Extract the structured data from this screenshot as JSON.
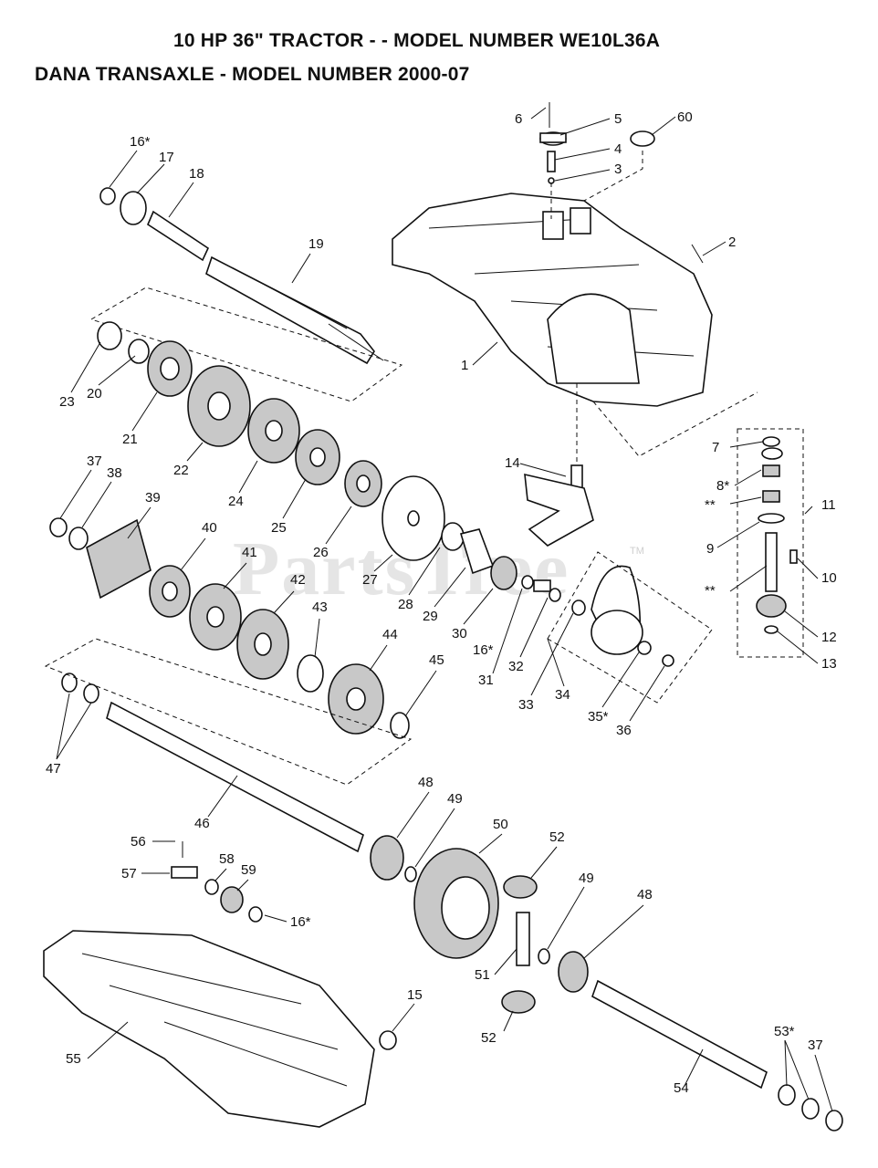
{
  "header": {
    "title_line1": "10 HP 36\" TRACTOR - - MODEL NUMBER WE10L36A",
    "title_line2": "DANA TRANSAXLE - MODEL NUMBER 2000-07"
  },
  "watermark": {
    "text": "PartsTree",
    "mark": "TM"
  },
  "callouts": [
    "6",
    "5",
    "60",
    "4",
    "3",
    "2",
    "1",
    "16*",
    "17",
    "18",
    "19",
    "23",
    "20",
    "21",
    "22",
    "24",
    "25",
    "26",
    "27",
    "28",
    "29",
    "30",
    "16*",
    "31",
    "32",
    "33",
    "34",
    "35*",
    "36",
    "37",
    "38",
    "39",
    "40",
    "41",
    "42",
    "43",
    "44",
    "45",
    "47",
    "46",
    "14",
    "7",
    "8*",
    "**",
    "11",
    "9",
    "10",
    "**",
    "12",
    "13",
    "48",
    "49",
    "50",
    "52",
    "49",
    "48",
    "56",
    "57",
    "58",
    "59",
    "16*",
    "51",
    "52",
    "15",
    "55",
    "54",
    "53*",
    "37"
  ]
}
